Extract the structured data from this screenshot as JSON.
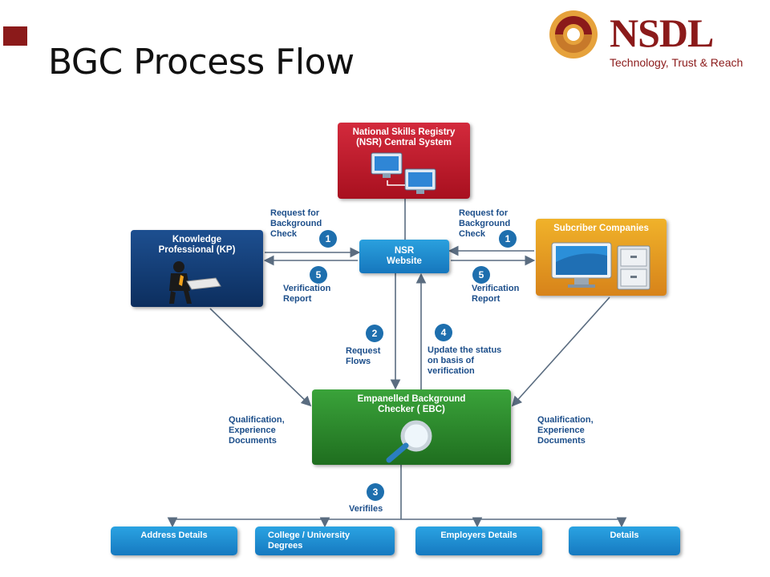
{
  "slide": {
    "title": "BGC Process Flow"
  },
  "logo": {
    "wordmark": "NSDL",
    "tagline": "Technology, Trust & Reach"
  },
  "diagram": {
    "nsr_central": "National Skills Registry\n(NSR) Central System",
    "knowledge_professional": "Knowledge\nProfessional (KP)",
    "subscriber_companies": "Subcriber Companies",
    "nsr_website": "NSR\nWebsite",
    "ebc": "Empanelled Background\nChecker ( EBC)",
    "details": [
      "Address Details",
      "College / University\nDegrees",
      "Employers Details",
      "Details"
    ],
    "steps": {
      "left_request": {
        "num": "1",
        "text": "Request for\nBackground\nCheck"
      },
      "right_request": {
        "num": "1",
        "text": "Request for\nBackground\nCheck"
      },
      "left_report": {
        "num": "5",
        "text": "Verification\nReport"
      },
      "right_report": {
        "num": "5",
        "text": "Verification\nReport"
      },
      "request_flows": {
        "num": "2",
        "text": "Request\nFlows"
      },
      "update_status": {
        "num": "4",
        "text": "Update the status\non basis of\nverification"
      },
      "verifies": {
        "num": "3",
        "text": "Verifiles"
      }
    },
    "left_docs": "Qualification,\nExperience\nDocuments",
    "right_docs": "Qualification,\nExperience\nDocuments"
  },
  "colors": {
    "brand": "#8b1a1a",
    "nsr_red": "#c41e32",
    "kp_navy": "#14407a",
    "subs_orange": "#e89a22",
    "ebc_green": "#2e8b2e",
    "site_blue": "#1f8bd0",
    "label_blue": "#1c4e8a"
  }
}
